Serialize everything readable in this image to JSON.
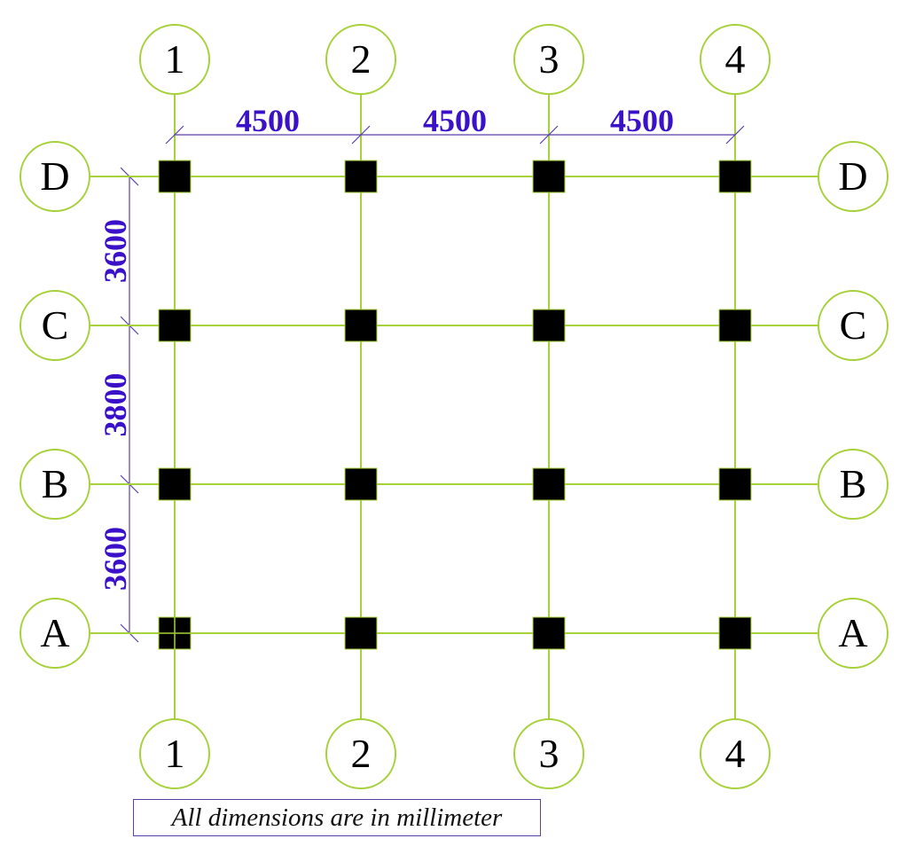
{
  "grid_lines": {
    "columns": [
      "1",
      "2",
      "3",
      "4"
    ],
    "rows": [
      "A",
      "B",
      "C",
      "D"
    ]
  },
  "dimensions": {
    "horizontal": [
      "4500",
      "4500",
      "4500"
    ],
    "vertical_top_to_bottom": [
      "3600",
      "3800",
      "3600"
    ]
  },
  "note": "All dimensions are in millimeter",
  "colors": {
    "grid_line": "#a6d13a",
    "bubble": "#a6d13a",
    "dimension_text": "#3a10c8",
    "dimension_line": "#5b3fa8",
    "column": "#000000",
    "label": "#000000"
  }
}
